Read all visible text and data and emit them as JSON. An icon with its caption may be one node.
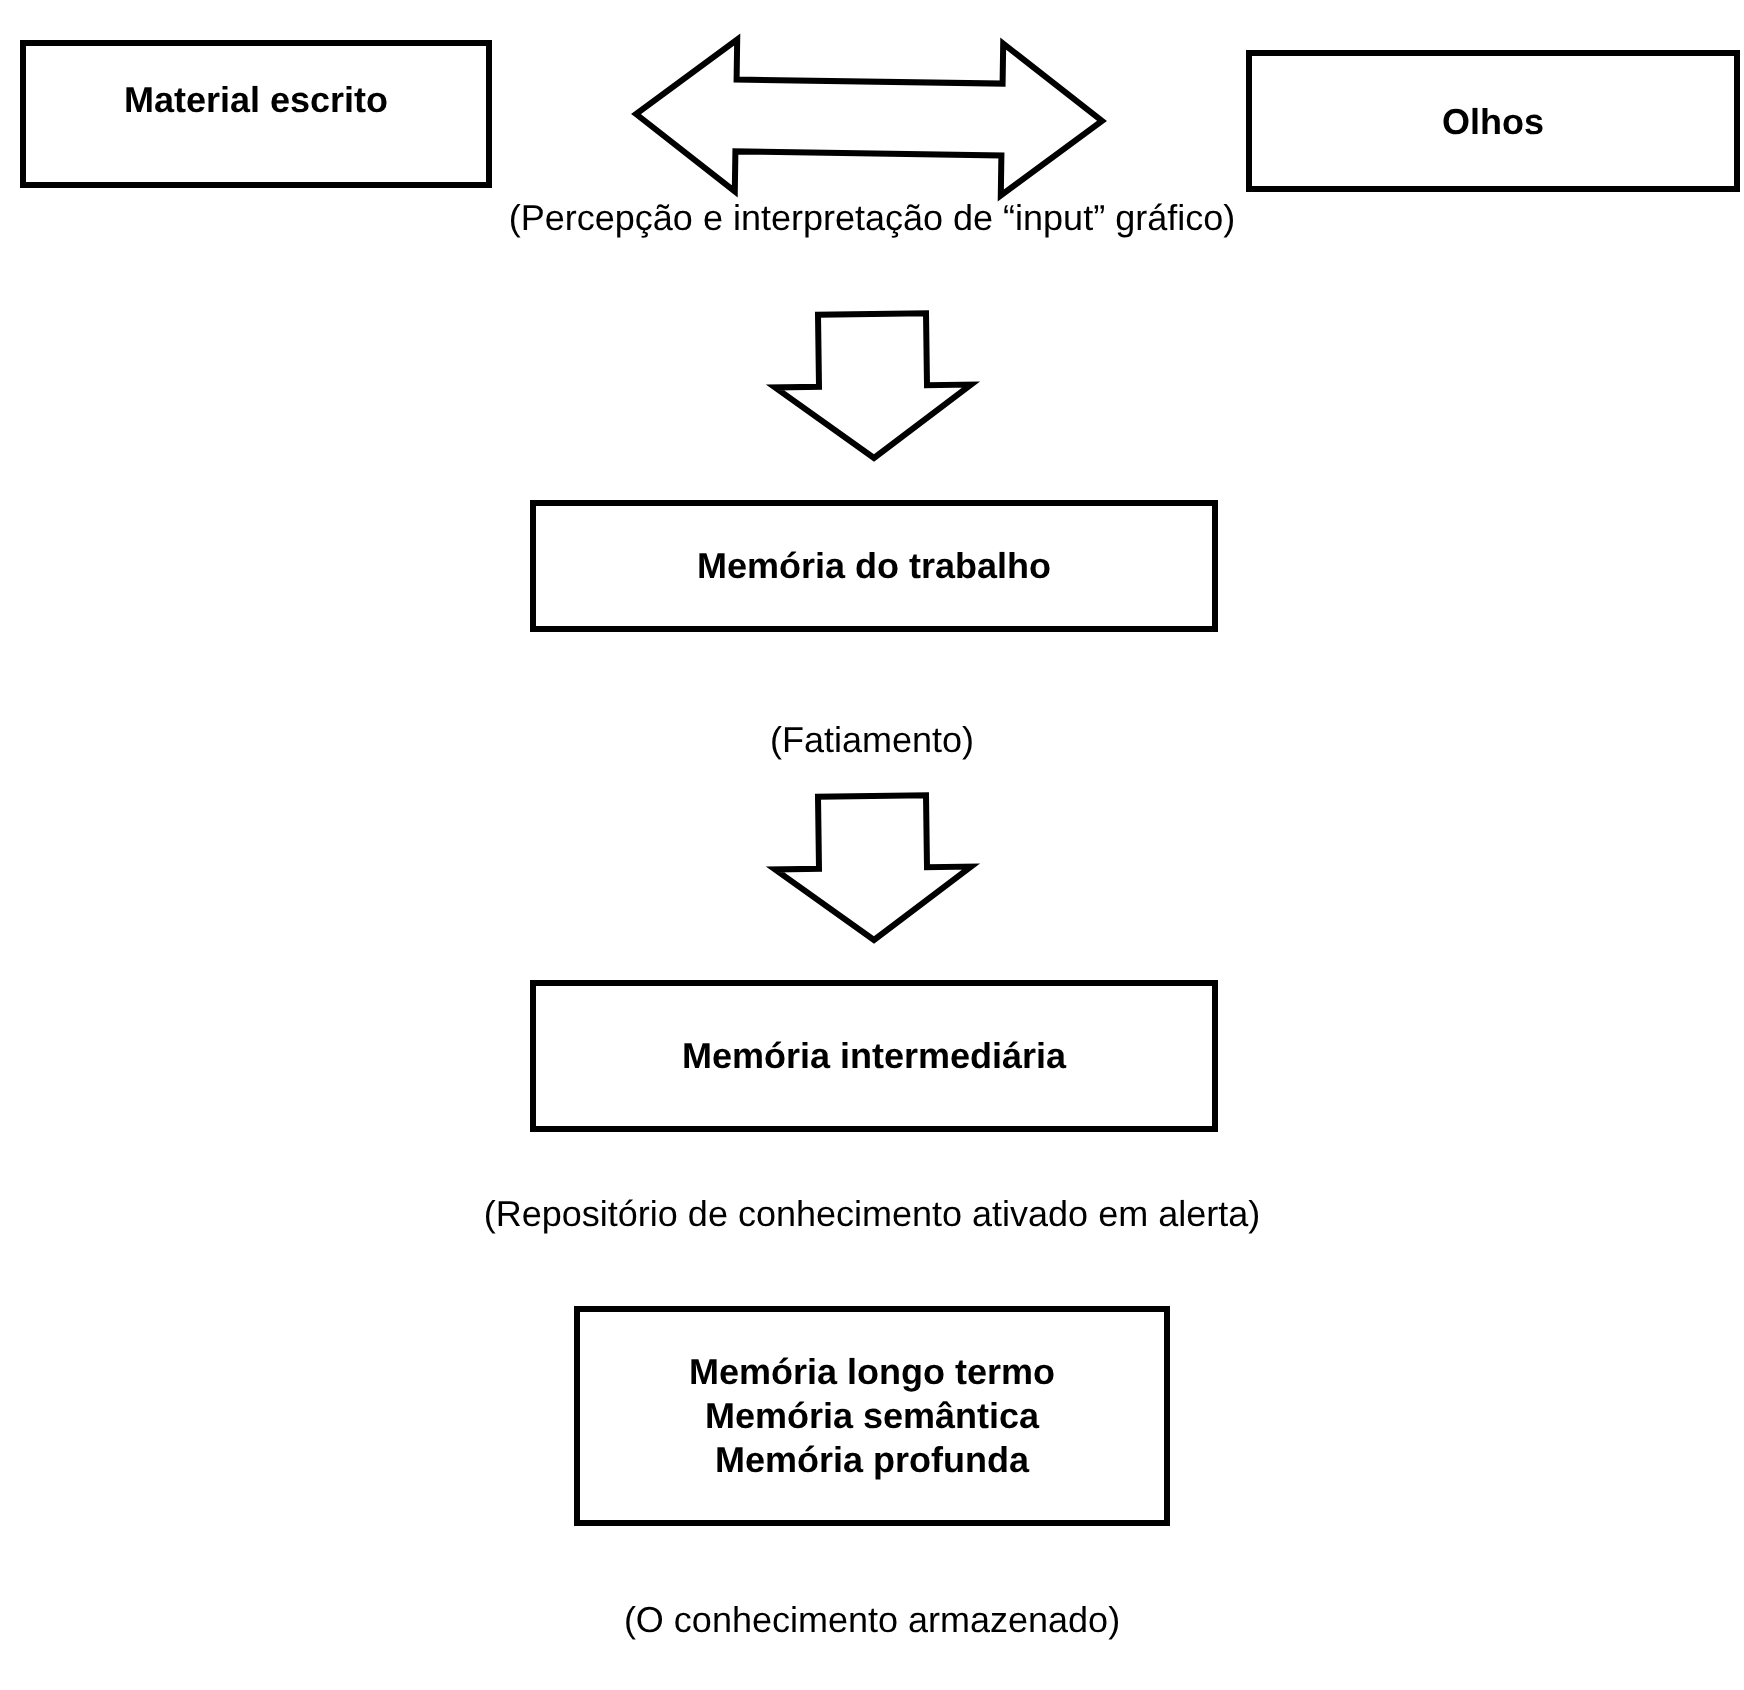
{
  "diagram": {
    "nodes": [
      {
        "text": [
          "Material escrito"
        ]
      },
      {
        "text": [
          "Olhos"
        ]
      },
      {
        "text": [
          "Memória do trabalho"
        ]
      },
      {
        "text": [
          "Memória intermediária"
        ]
      },
      {
        "text": [
          "Memória longo termo",
          "Memória semântica",
          "Memória profunda"
        ]
      }
    ],
    "edges": [
      {
        "from": 0,
        "to": 1,
        "arrow": "both"
      },
      {
        "from": null,
        "to": 2,
        "arrow": "to"
      },
      {
        "from": null,
        "to": 3,
        "arrow": "to"
      }
    ],
    "labels": [
      "(Percepção e interpretação de “input” gráfico)",
      "(Fatiamento)",
      "(Repositório de conhecimento ativado em alerta)",
      "(O conhecimento armazenado)"
    ]
  }
}
